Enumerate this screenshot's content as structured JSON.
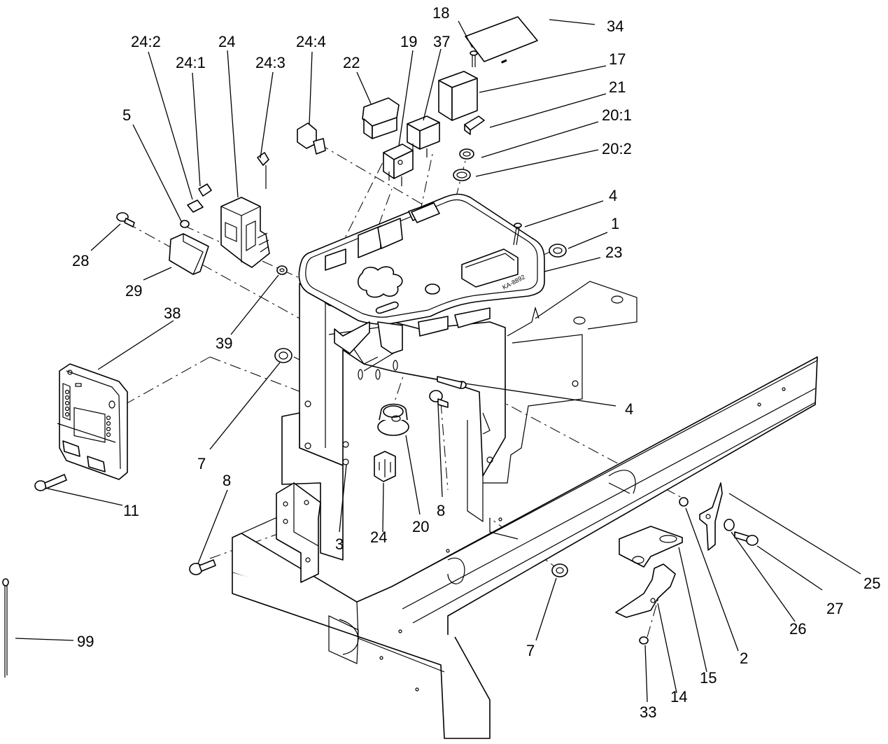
{
  "diagram": {
    "callouts": [
      {
        "id": "c34",
        "label": "34"
      },
      {
        "id": "c18",
        "label": "18"
      },
      {
        "id": "c17",
        "label": "17"
      },
      {
        "id": "c21",
        "label": "21"
      },
      {
        "id": "c20_1",
        "label": "20:1"
      },
      {
        "id": "c20_2",
        "label": "20:2"
      },
      {
        "id": "c4a",
        "label": "4"
      },
      {
        "id": "c1",
        "label": "1"
      },
      {
        "id": "c23",
        "label": "23"
      },
      {
        "id": "c19",
        "label": "19"
      },
      {
        "id": "c37",
        "label": "37"
      },
      {
        "id": "c22",
        "label": "22"
      },
      {
        "id": "c24_2",
        "label": "24:2"
      },
      {
        "id": "c24_1",
        "label": "24:1"
      },
      {
        "id": "c24a",
        "label": "24"
      },
      {
        "id": "c24_3",
        "label": "24:3"
      },
      {
        "id": "c24_4",
        "label": "24:4"
      },
      {
        "id": "c5",
        "label": "5"
      },
      {
        "id": "c28",
        "label": "28"
      },
      {
        "id": "c29",
        "label": "29"
      },
      {
        "id": "c38",
        "label": "38"
      },
      {
        "id": "c39",
        "label": "39"
      },
      {
        "id": "c7a",
        "label": "7"
      },
      {
        "id": "c11",
        "label": "11"
      },
      {
        "id": "c8a",
        "label": "8"
      },
      {
        "id": "c3",
        "label": "3"
      },
      {
        "id": "c24b",
        "label": "24"
      },
      {
        "id": "c20",
        "label": "20"
      },
      {
        "id": "c8b",
        "label": "8"
      },
      {
        "id": "c4b",
        "label": "4"
      },
      {
        "id": "c7b",
        "label": "7"
      },
      {
        "id": "c99",
        "label": "99"
      },
      {
        "id": "c33",
        "label": "33"
      },
      {
        "id": "c14",
        "label": "14"
      },
      {
        "id": "c15",
        "label": "15"
      },
      {
        "id": "c2",
        "label": "2"
      },
      {
        "id": "c26",
        "label": "26"
      },
      {
        "id": "c27",
        "label": "27"
      },
      {
        "id": "c25",
        "label": "25"
      }
    ],
    "panel_marking": "KA-8892"
  }
}
